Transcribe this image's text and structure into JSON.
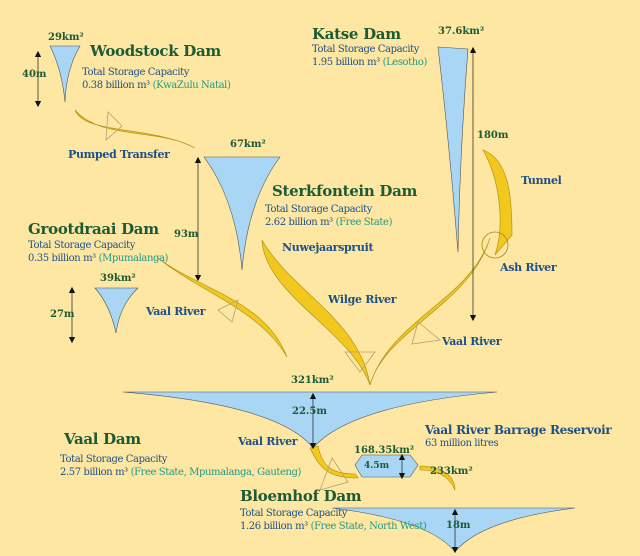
{
  "colors": {
    "background": "#fde7a2",
    "water": "#a9d6f5",
    "river": "#f2c81e",
    "title": "#1d5a36",
    "text": "#1d4f8a",
    "region": "#1e9a8c"
  },
  "capacity_label": "Total Storage Capacity",
  "dams": {
    "woodstock": {
      "name": "Woodstock Dam",
      "area": "29km²",
      "depth": "40m",
      "capacity": "0.38 billion m³",
      "region": "(KwaZulu Natal)"
    },
    "katse": {
      "name": "Katse Dam",
      "area": "37.6km²",
      "depth": "180m",
      "capacity": "1.95 billion m³",
      "region": "(Lesotho)"
    },
    "sterkfontein": {
      "name": "Sterkfontein Dam",
      "area": "67km²",
      "depth": "93m",
      "capacity": "2.62 billion m³",
      "region": "(Free State)"
    },
    "grootdraai": {
      "name": "Grootdraai Dam",
      "area": "39km²",
      "depth": "27m",
      "capacity": "0.35 billion m³",
      "region": "(Mpumalanga)"
    },
    "vaal": {
      "name": "Vaal Dam",
      "area": "321km²",
      "depth": "22.5m",
      "capacity": "2.57 billion m³",
      "region": "(Free State, Mpumalanga, Gauteng)"
    },
    "barrage": {
      "name": "Vaal River Barrage Reservoir",
      "area": "168.35km²",
      "depth": "4.5m",
      "capacity": "63 million litres"
    },
    "bloemhof": {
      "name": "Bloemhof Dam",
      "area": "233km²",
      "depth": "18m",
      "capacity": "1.26 billion m³",
      "region": "(Free State, North West)"
    }
  },
  "flows": {
    "pumped_transfer": "Pumped Transfer",
    "tunnel": "Tunnel",
    "ash_river": "Ash River",
    "nuwejaarspruit": "Nuwejaarspruit",
    "wilge_river": "Wilge River",
    "vaal_river_1": "Vaal River",
    "vaal_river_2": "Vaal River",
    "vaal_river_3": "Vaal River"
  }
}
